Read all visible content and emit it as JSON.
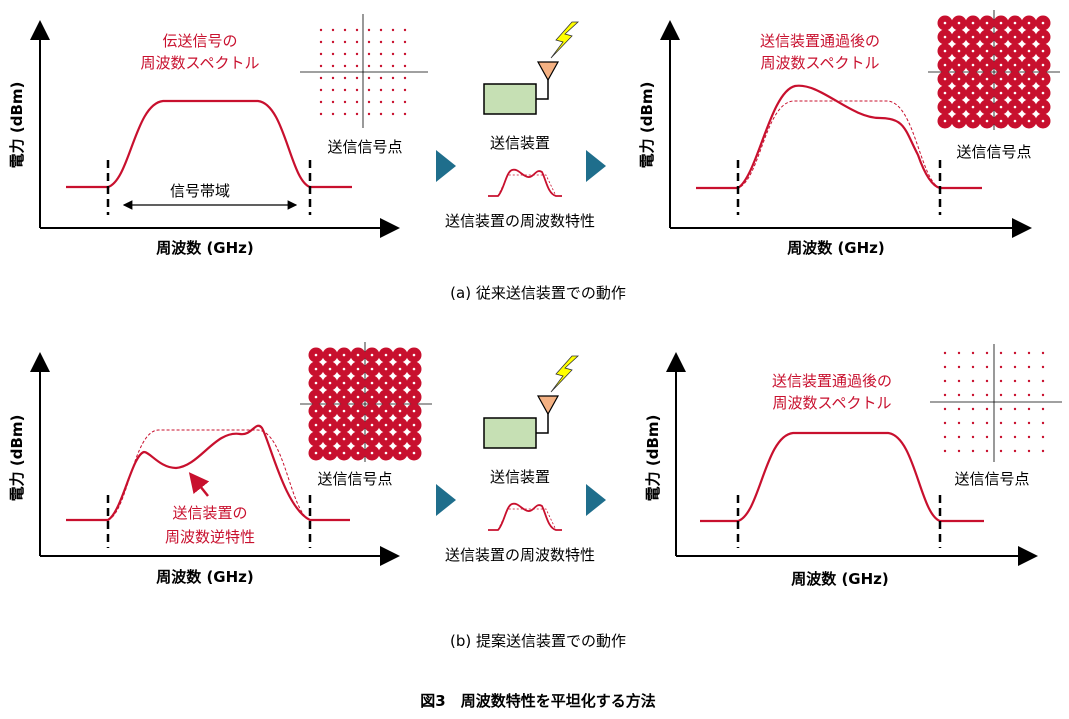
{
  "colors": {
    "accent": "#c8102e",
    "axis": "#000000",
    "arrow": "#1f6e8c",
    "device_fill": "#c6e0b4",
    "antenna_fill": "#f4b183",
    "lightning": "#ffff00"
  },
  "row_a": {
    "left_plot": {
      "ylabel": "電力 (dBm)",
      "xlabel": "周波数 (GHz)",
      "title_line1": "伝送信号の",
      "title_line2": "周波数スペクトル",
      "band_label": "信号帯域",
      "constellation_label": "送信信号点"
    },
    "device": {
      "label": "送信装置",
      "characteristic_label": "送信装置の周波数特性"
    },
    "right_plot": {
      "ylabel": "電力 (dBm)",
      "xlabel": "周波数 (GHz)",
      "title_line1": "送信装置通過後の",
      "title_line2": "周波数スペクトル",
      "constellation_label": "送信信号点"
    },
    "caption": "(a) 従来送信装置での動作"
  },
  "row_b": {
    "left_plot": {
      "ylabel": "電力 (dBm)",
      "xlabel": "周波数 (GHz)",
      "annotation_line1": "送信装置の",
      "annotation_line2": "周波数逆特性",
      "constellation_label": "送信信号点"
    },
    "device": {
      "label": "送信装置",
      "characteristic_label": "送信装置の周波数特性"
    },
    "right_plot": {
      "ylabel": "電力 (dBm)",
      "xlabel": "周波数 (GHz)",
      "title_line1": "送信装置通過後の",
      "title_line2": "周波数スペクトル",
      "constellation_label": "送信信号点"
    },
    "caption": "(b) 提案送信装置での動作"
  },
  "figure_caption": "図3　周波数特性を平坦化する方法"
}
